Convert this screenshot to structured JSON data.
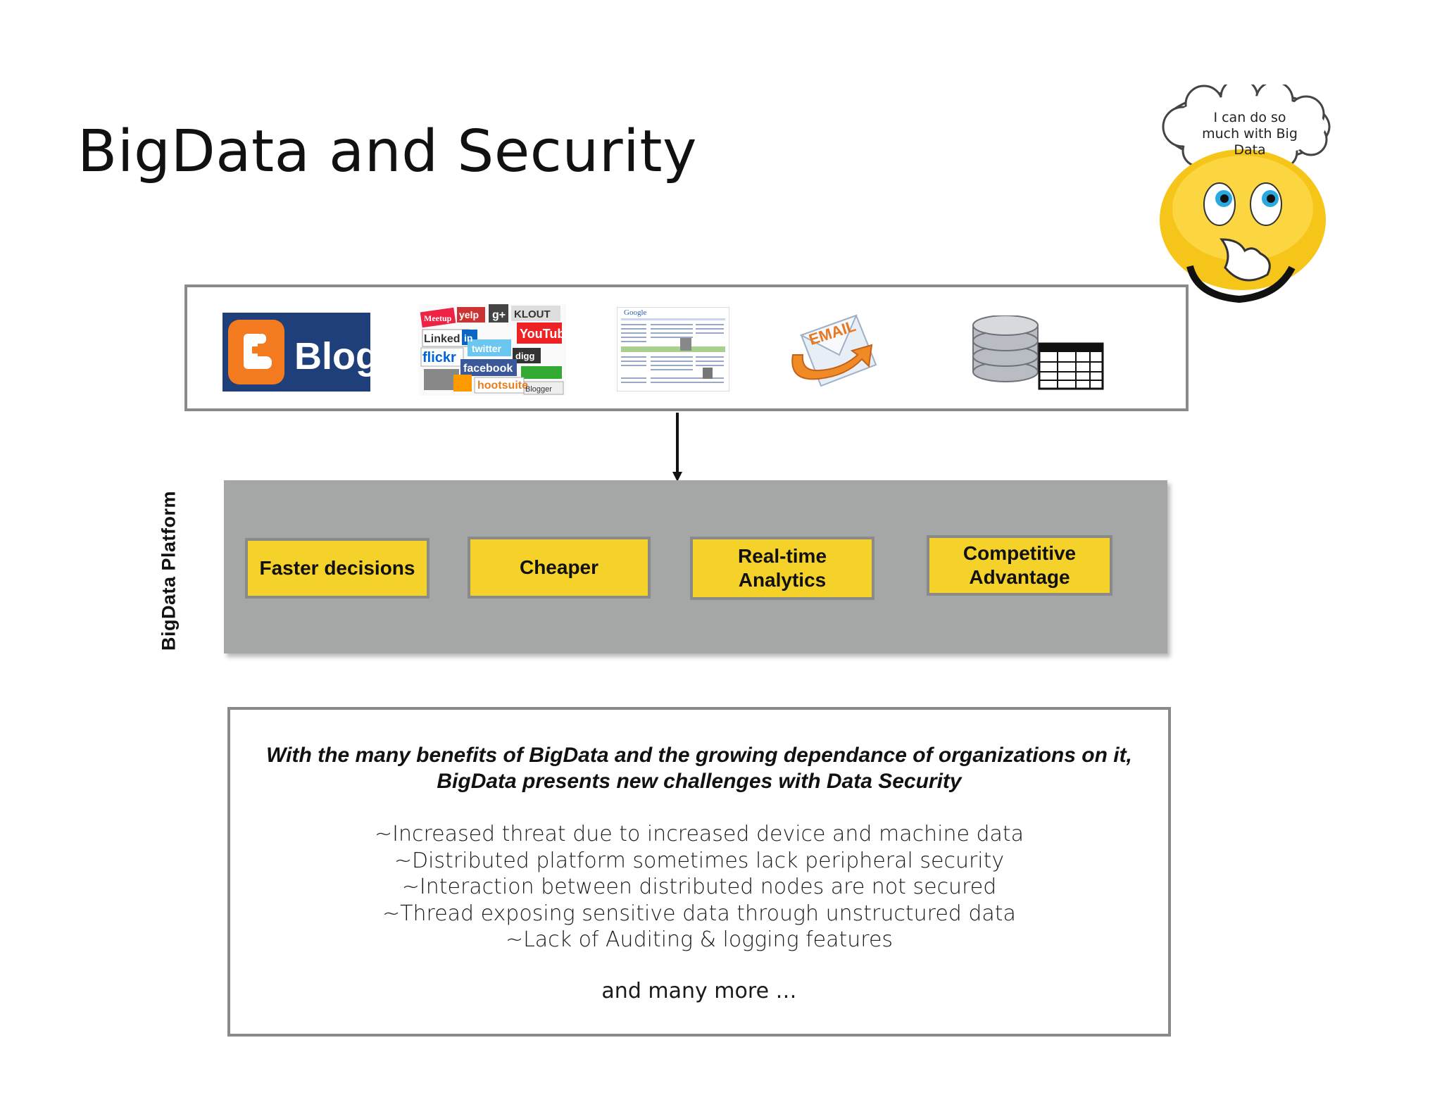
{
  "slide": {
    "title": "BigData and Security",
    "thought_bubble": "I can do so much with Big Data"
  },
  "sources": [
    {
      "name": "blog-logo",
      "label": "Blog"
    },
    {
      "name": "social-media-logos-collage",
      "label": "Meetup yelp g+ KLOUT YouTube Linked in flickr twitter digg facebook hootsuite del.icio.us Blogger"
    },
    {
      "name": "google-news-page-thumbnail",
      "label": "Google"
    },
    {
      "name": "email-icon",
      "label": "EMAIL"
    },
    {
      "name": "database-table-icon",
      "label": ""
    }
  ],
  "platform": {
    "label": "BigData Platform",
    "benefits": [
      {
        "line1": "Faster decisions",
        "line2": ""
      },
      {
        "line1": "Cheaper",
        "line2": ""
      },
      {
        "line1": "Real-time",
        "line2": "Analytics"
      },
      {
        "line1": "Competitive",
        "line2": "Advantage"
      }
    ]
  },
  "challenges": {
    "intro_line1": "With the many benefits of BigData and the growing dependance of organizations on it,",
    "intro_line2": "BigData presents new challenges with Data Security",
    "items": [
      "~Increased threat due to increased device and machine data",
      "~Distributed platform sometimes lack peripheral security",
      "~Interaction between distributed nodes are not secured",
      "~Thread exposing sensitive data through unstructured data",
      "~Lack of Auditing & logging features"
    ],
    "closing": "and many more …"
  },
  "colors": {
    "benefit_fill": "#f5d22a",
    "platform_fill": "#a5a7a6",
    "border_gray": "#8a8a8a",
    "blog_orange": "#f47a20",
    "blog_navy": "#1f3f7a"
  }
}
